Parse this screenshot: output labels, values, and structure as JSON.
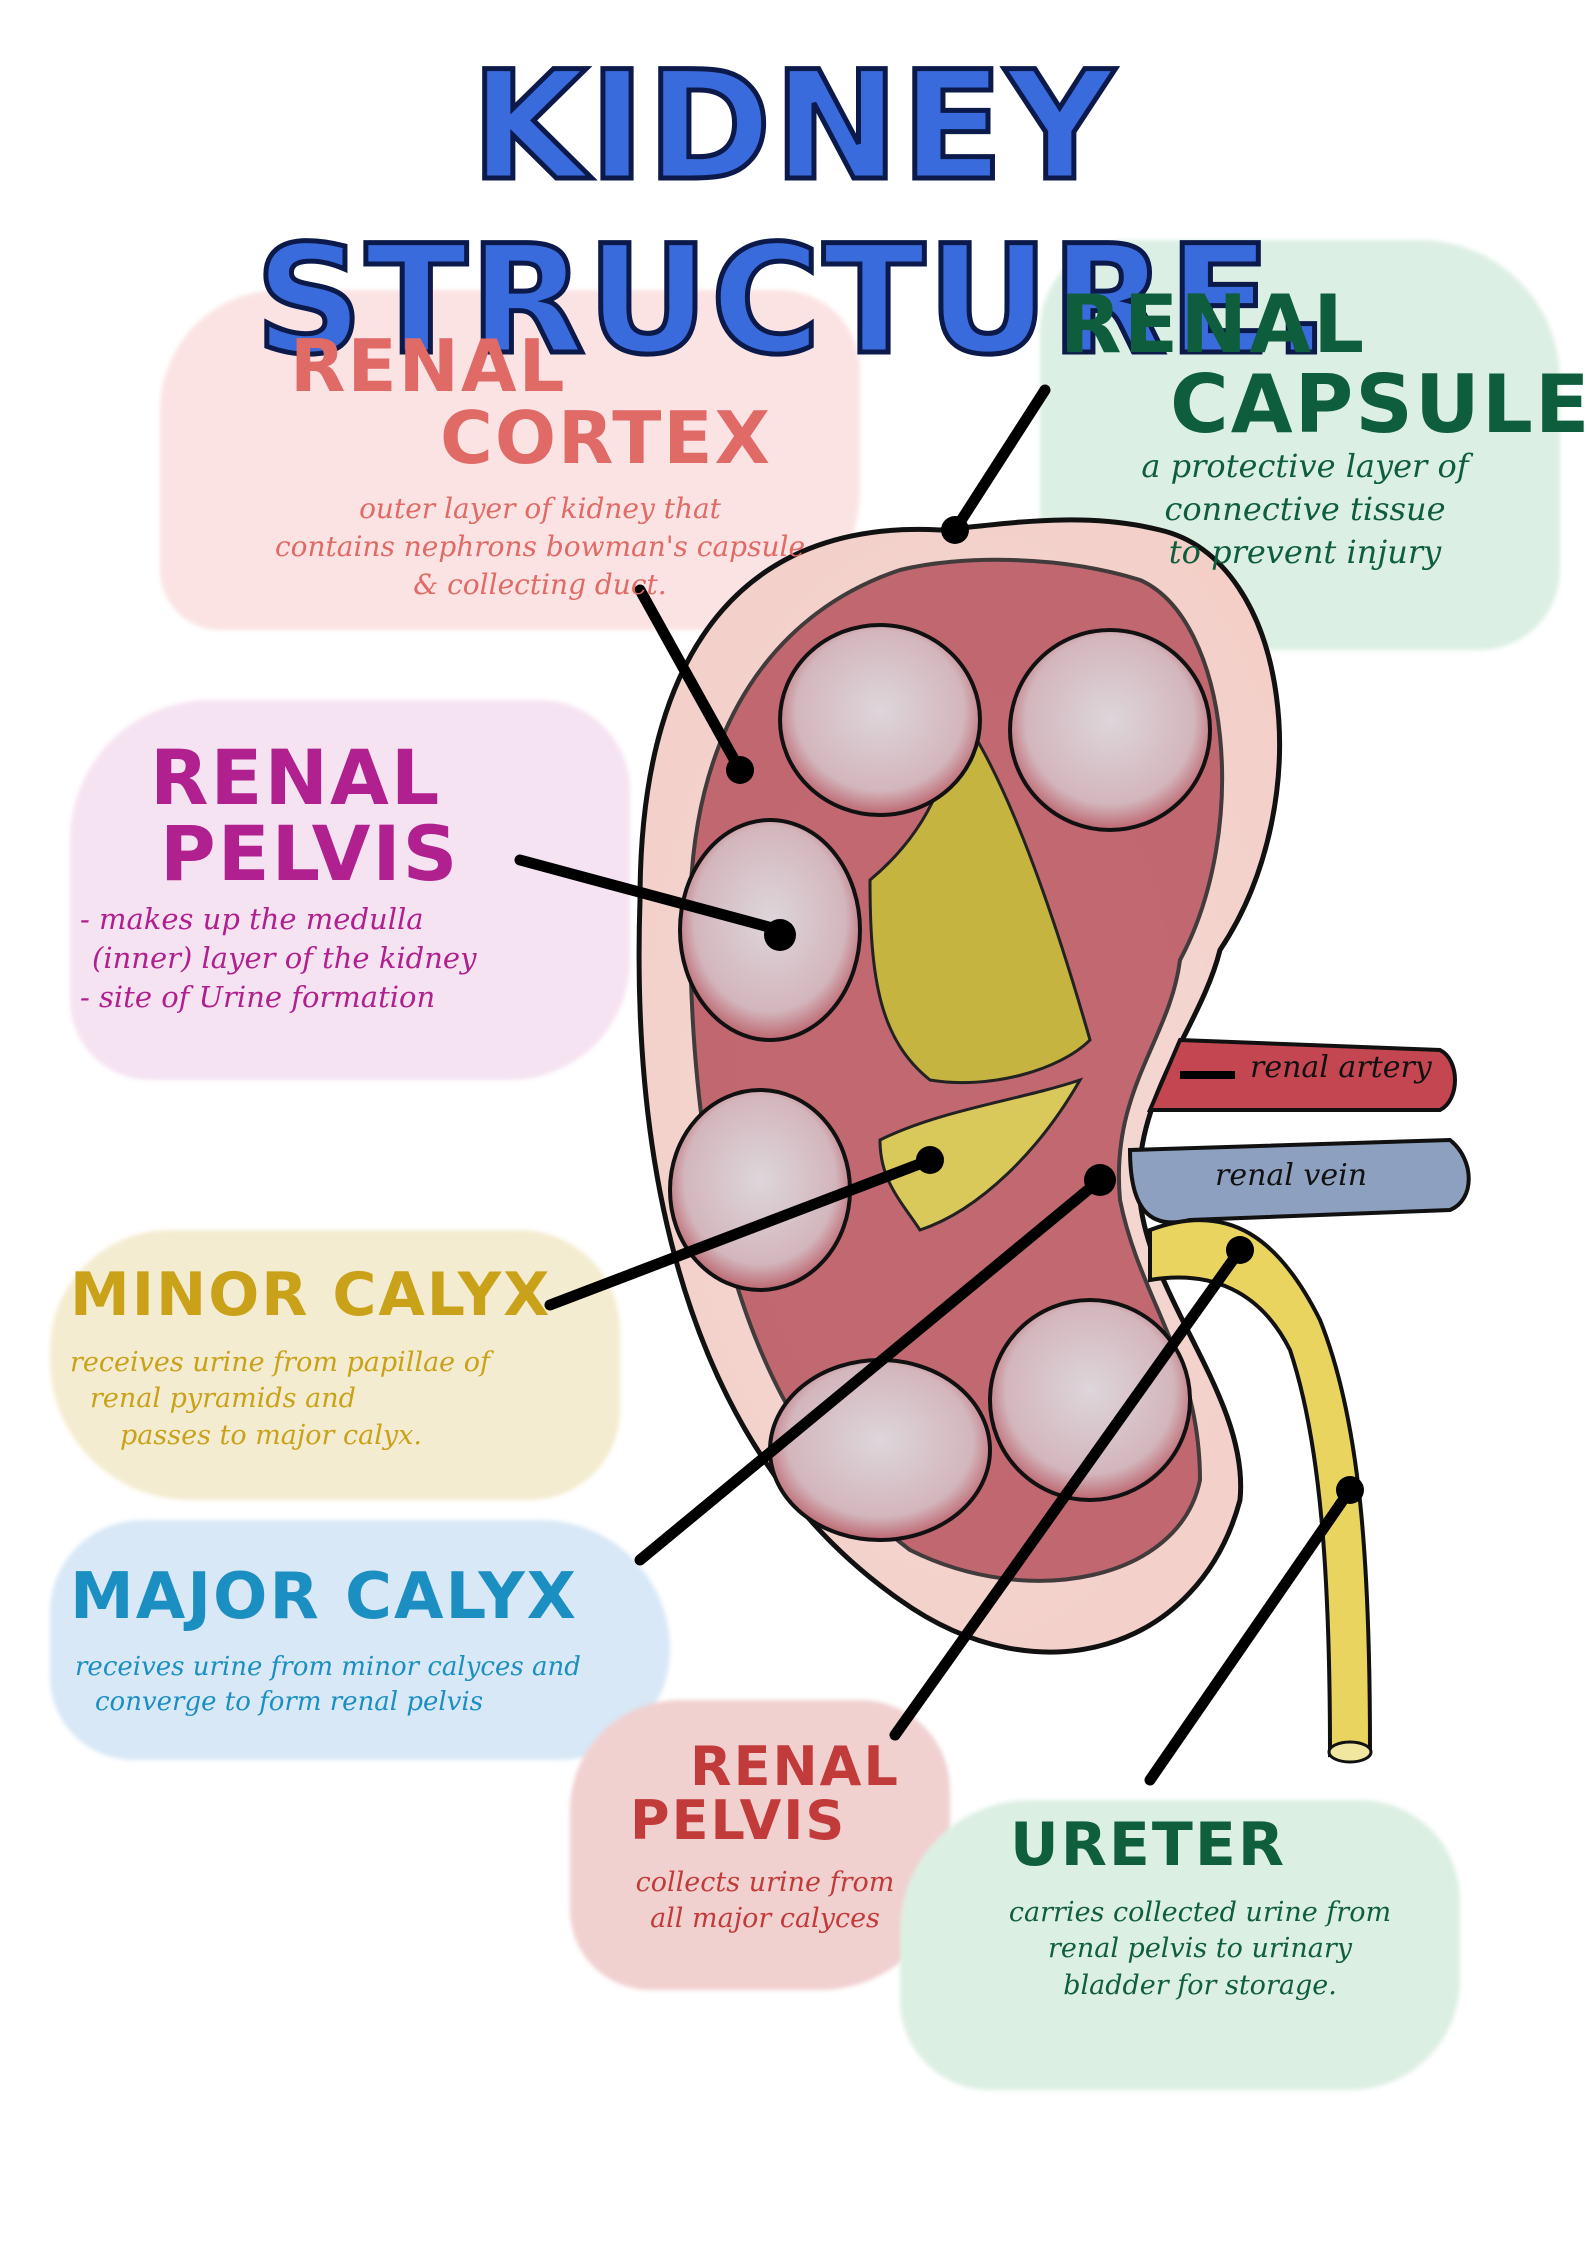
{
  "title": "KIDNEY STRUCTURE.",
  "labels": {
    "renal_cortex": {
      "line1": "RENAL",
      "line2": "CORTEX",
      "desc": [
        "outer layer of kidney that",
        "contains nephrons bowman's capsule",
        "& collecting duct."
      ],
      "color": "#e06a66"
    },
    "renal_capsule": {
      "line1": "RENAL",
      "line2": "CAPSULE",
      "desc": [
        "a protective layer of",
        "connective tissue",
        "to prevent injury"
      ],
      "color": "#0e5e3e"
    },
    "renal_pelvis_top": {
      "line1": "RENAL",
      "line2": "PELVIS",
      "desc": [
        "- makes up the medulla",
        "(inner) layer of the kidney",
        "- site of Urine formation"
      ],
      "color": "#b0208f"
    },
    "minor_calyx": {
      "line1": "MINOR CALYX",
      "desc": [
        "receives urine from papillae of",
        "renal pyramids and",
        "passes to major calyx."
      ],
      "color": "#c9a21a"
    },
    "major_calyx": {
      "line1": "MAJOR CALYX",
      "desc": [
        "receives urine from minor calyces and",
        "converge to form renal pelvis"
      ],
      "color": "#1b8fc2"
    },
    "renal_pelvis_bottom": {
      "line1": "RENAL",
      "line2": "PELVIS",
      "desc": [
        "collects urine from",
        "all major calyces"
      ],
      "color": "#c23b3b"
    },
    "ureter": {
      "line1": "URETER",
      "desc": [
        "carries collected urine from",
        "renal pelvis to urinary",
        "bladder for storage."
      ],
      "color": "#0f5e3c"
    }
  },
  "vessels": {
    "artery": "renal artery",
    "vein": "renal vein"
  }
}
